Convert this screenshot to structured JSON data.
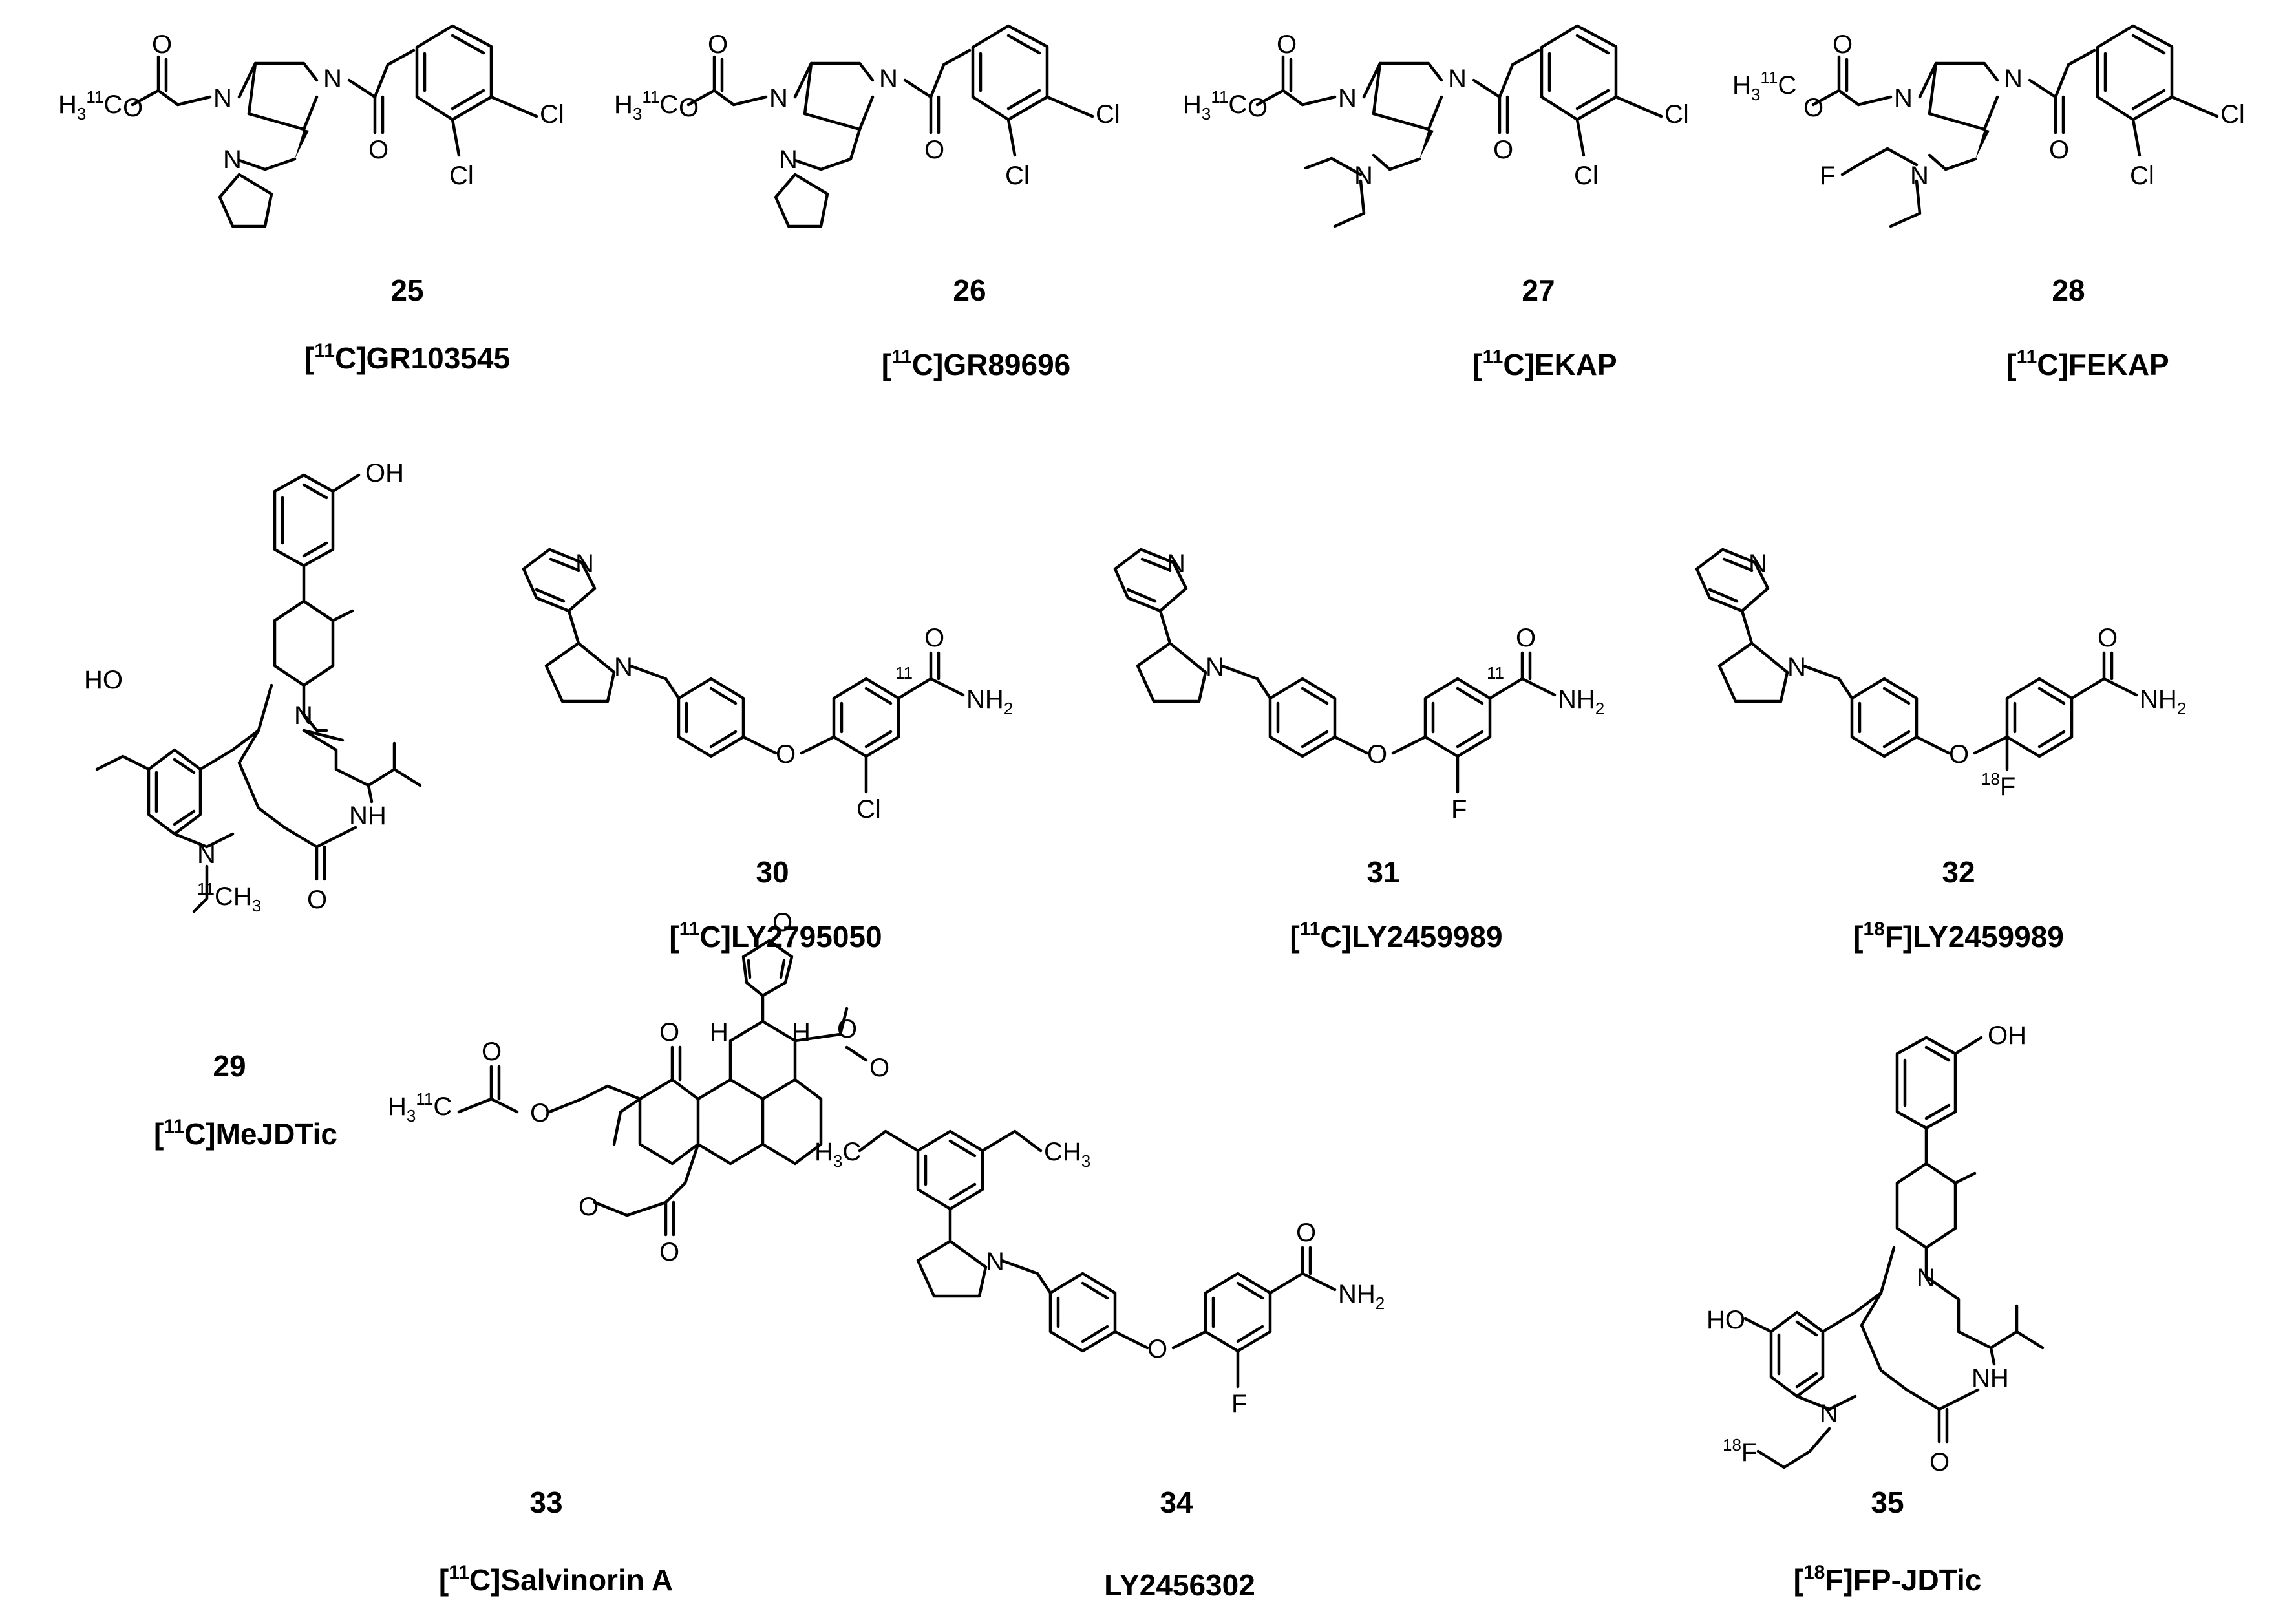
{
  "compounds": [
    {
      "number": "25",
      "name": "[11C]GR103545",
      "name_prefix": "[",
      "name_iso": "11",
      "name_rest": "C]GR103545"
    },
    {
      "number": "26",
      "name": "[11C]GR89696",
      "name_prefix": "[",
      "name_iso": "11",
      "name_rest": "C]GR89696"
    },
    {
      "number": "27",
      "name": "[11C]EKAP",
      "name_prefix": "[",
      "name_iso": "11",
      "name_rest": "C]EKAP"
    },
    {
      "number": "28",
      "name": "[11C]FEKAP",
      "name_prefix": "[",
      "name_iso": "11",
      "name_rest": "C]FEKAP"
    },
    {
      "number": "29",
      "name": "[11C]MeJDTic",
      "name_prefix": "[",
      "name_iso": "11",
      "name_rest": "C]MeJDTic"
    },
    {
      "number": "30",
      "name": "[11C]LY2795050",
      "name_prefix": "[",
      "name_iso": "11",
      "name_rest": "C]LY2795050"
    },
    {
      "number": "31",
      "name": "[11C]LY2459989",
      "name_prefix": "[",
      "name_iso": "11",
      "name_rest": "C]LY2459989"
    },
    {
      "number": "32",
      "name": "[18F]LY2459989",
      "name_prefix": "[",
      "name_iso": "18",
      "name_rest": "F]LY2459989"
    },
    {
      "number": "33",
      "name": "[11C]Salvinorin A",
      "name_prefix": "[",
      "name_iso": "11",
      "name_rest": "C]Salvinorin A"
    },
    {
      "number": "34",
      "name": "LY2456302",
      "name_prefix": "",
      "name_iso": "",
      "name_rest": "LY2456302"
    },
    {
      "number": "35",
      "name": "[18F]FP-JDTic",
      "name_prefix": "[",
      "name_iso": "18",
      "name_rest": "F]FP-JDTic"
    }
  ],
  "atom_labels": {
    "n": "N",
    "o": "O",
    "f": "F",
    "cl": "Cl",
    "h": "H",
    "oh": "OH",
    "ho": "HO",
    "nh": "NH",
    "nh2_base": "NH",
    "sub2": "2",
    "h3c_base": "H",
    "sub3": "3",
    "c": "C",
    "ch": "CH",
    "iso11": "11",
    "iso18": "18"
  }
}
